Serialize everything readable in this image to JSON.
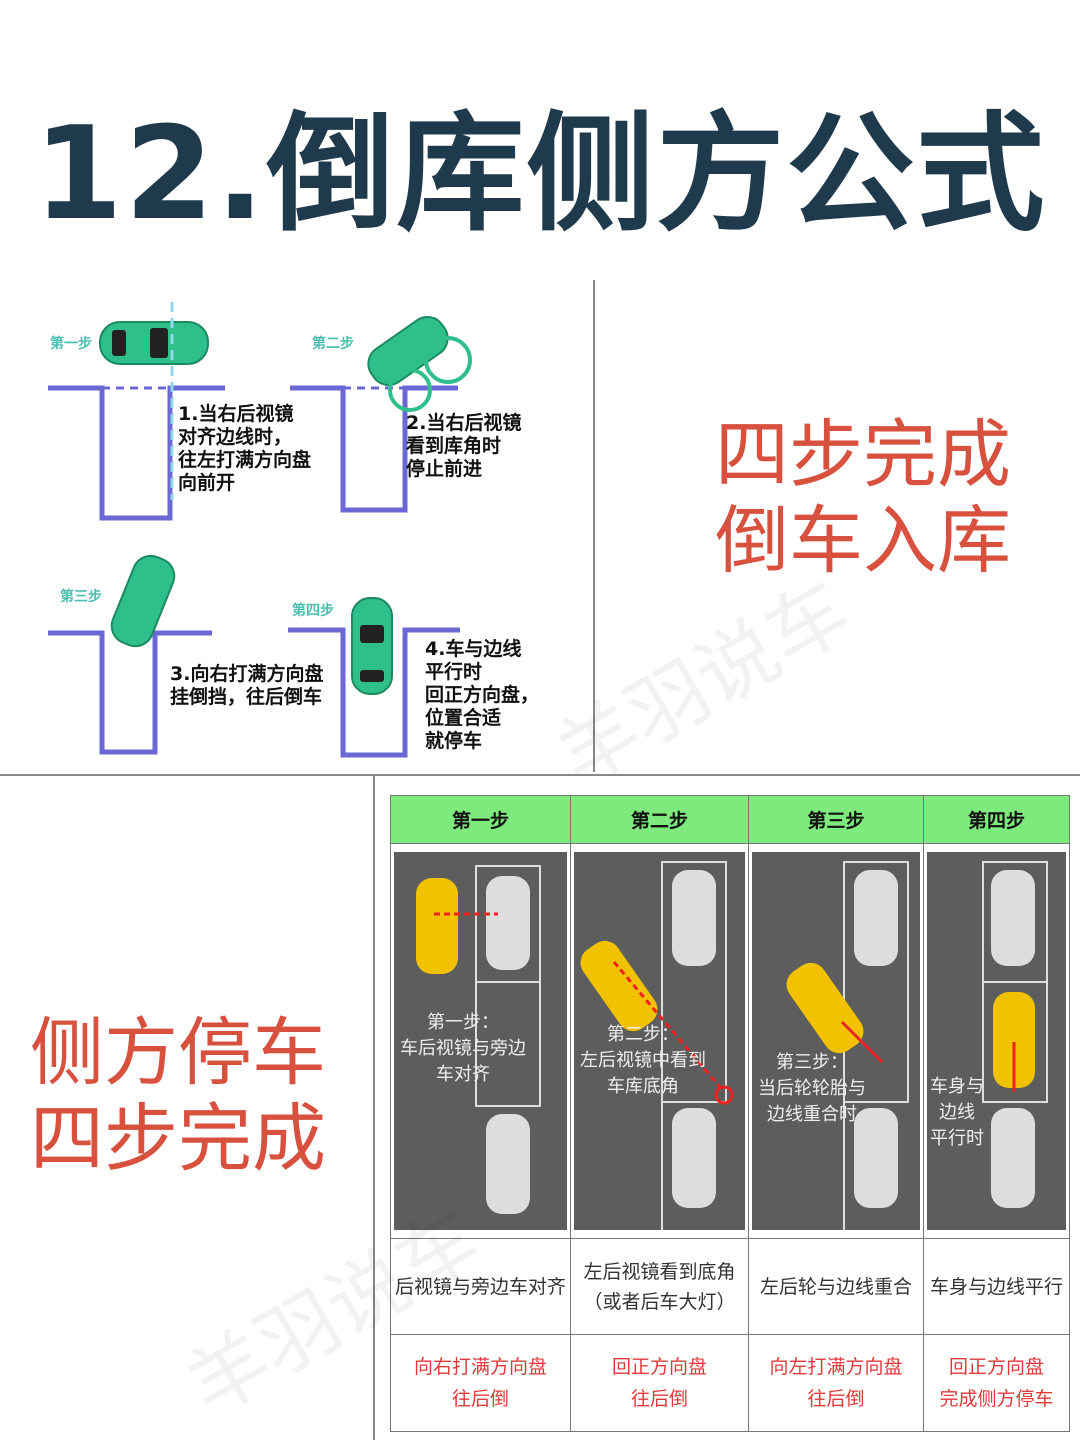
{
  "title": "12.倒库侧方公式",
  "reverse": {
    "heading_line1": "四步完成",
    "heading_line2": "倒车入库",
    "steps": [
      {
        "label": "第一步",
        "text": "1.当右后视镜\n对齐边线时，\n往左打满方向盘\n向前开"
      },
      {
        "label": "第二步",
        "text": "2.当右后视镜\n看到库角时\n停止前进"
      },
      {
        "label": "第三步",
        "text": "3.向右打满方向盘\n挂倒挡，往后倒车"
      },
      {
        "label": "第四步",
        "text": "4.车与边线\n平行时\n回正方向盘，\n位置合适\n就停车"
      }
    ]
  },
  "parallel": {
    "heading_line1": "侧方停车",
    "heading_line2": "四步完成",
    "columns": [
      {
        "header": "第一步",
        "panel_text": "第一步：\n车后视镜与旁边\n车对齐",
        "condition": "后视镜与旁边车对齐",
        "action": "向右打满方向盘\n往后倒"
      },
      {
        "header": "第二步",
        "panel_text": "第二步：\n左后视镜中看到\n车库底角",
        "condition": "左后视镜看到底角\n（或者后车大灯）",
        "action": "回正方向盘\n往后倒"
      },
      {
        "header": "第三步",
        "panel_text": "第三步：\n当后轮轮胎与\n边线重合时",
        "condition": "左后轮与边线重合",
        "action": "向左打满方向盘\n往后倒"
      },
      {
        "header": "第四步",
        "panel_text": "车身与\n边线\n平行时",
        "condition": "车身与边线平行",
        "action": "回正方向盘\n完成侧方停车"
      }
    ]
  },
  "watermark": "羊羽说车",
  "colors": {
    "title": "#1e3a4c",
    "accent_red": "#d8503e",
    "car_green": "#2fbf8a",
    "lines_purple": "#6b68d6",
    "header_green": "#7eea7e"
  }
}
